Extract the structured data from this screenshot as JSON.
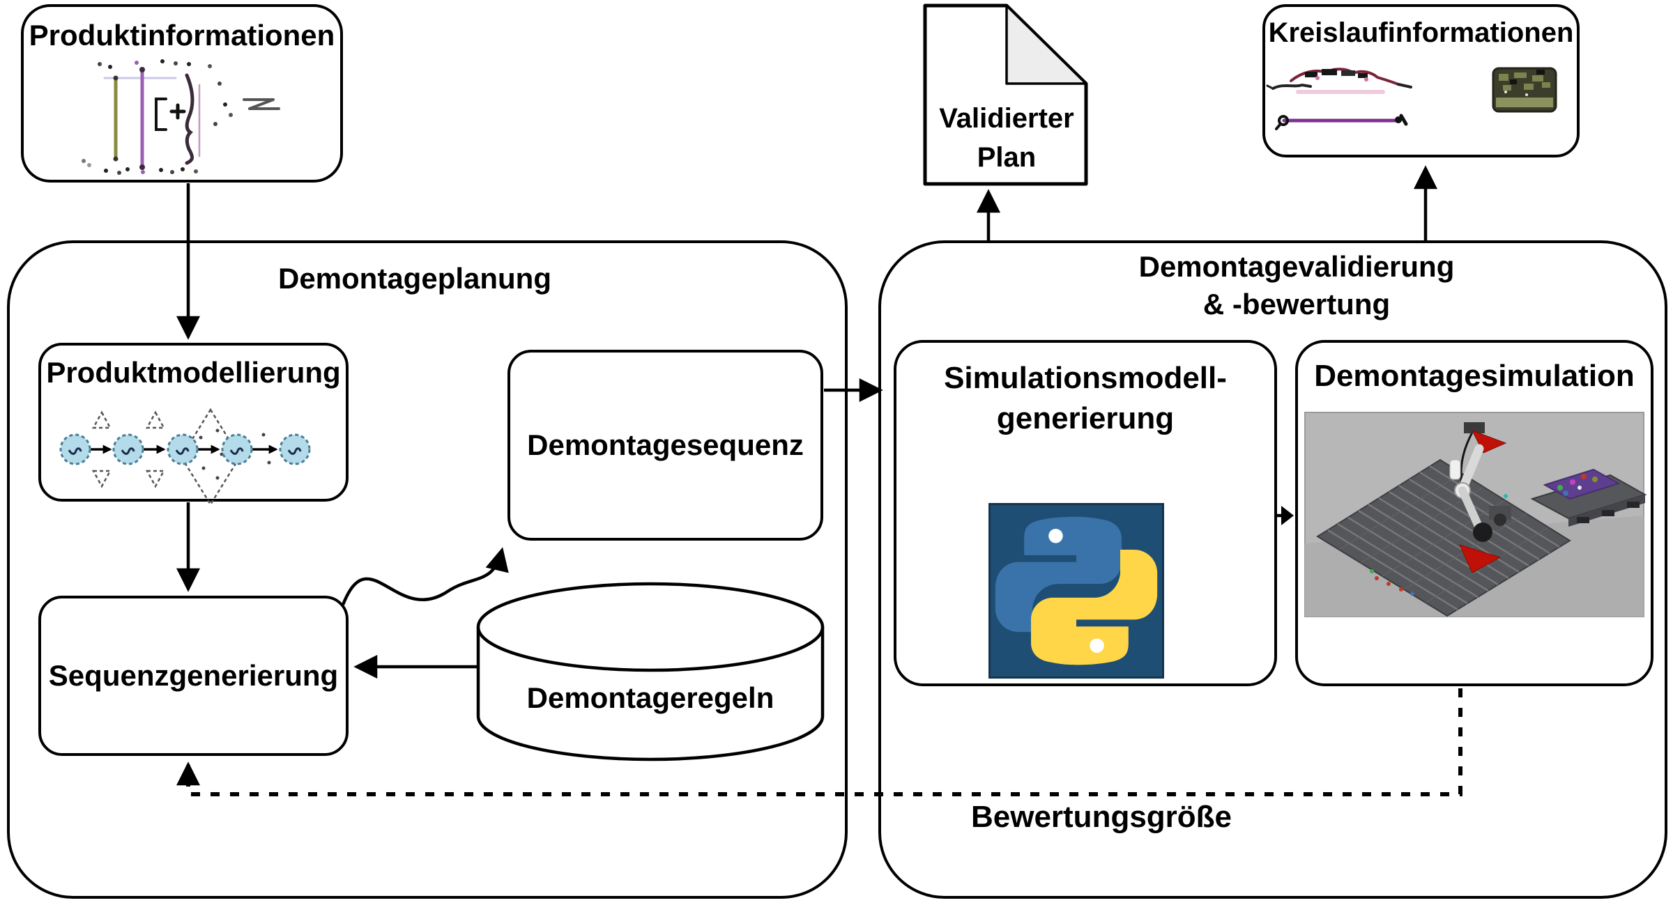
{
  "figure": {
    "background": "#ffffff",
    "stroke_color": "#000000"
  },
  "nodes": {
    "produktinformationen": {
      "label": "Produktinformationen"
    },
    "kreislaufinformationen": {
      "label": "Kreislaufinformationen"
    },
    "validierter_plan": {
      "line1": "Validierter",
      "line2": "Plan"
    },
    "demontageplanung": {
      "label": "Demontageplanung"
    },
    "produktmodellierung": {
      "label": "Produktmodellierung"
    },
    "sequenzgenerierung": {
      "label": "Sequenzgenerierung"
    },
    "demontagesequenz": {
      "label": "Demontagesequenz"
    },
    "demontageregeln": {
      "label": "Demontageregeln"
    },
    "demontagevalidierung": {
      "line1": "Demontagevalidierung",
      "line2": "& -bewertung"
    },
    "simulationsmodellgenerierung": {
      "line1": "Simulationsmodell-",
      "line2": "generierung"
    },
    "demontagesimulation": {
      "label": "Demontagesimulation"
    }
  },
  "edges": {
    "feedback_label": "Bewertungsgröße"
  },
  "icons": {
    "product_sketch": "exploded-view-sketch",
    "component_graph": "node-link-graph",
    "python_logo": "python-logo",
    "simulation_scene": "robot-disassembly-simulation",
    "car_sketch": "vehicle-wireframe-sketch",
    "engine_photo": "engine-module-photo",
    "database": "cylinder-database",
    "document": "folded-corner-document"
  },
  "colors": {
    "python_bg": "#1f4e74",
    "python_blue": "#3a73a9",
    "python_yellow": "#fed647",
    "graph_node_fill": "#b4dbea",
    "graph_node_stroke": "#4a7d96",
    "doc_fold": "#ededed",
    "sim_bg": "#b7b7b7",
    "pallet_gray": "#55565a",
    "robot_red": "#c01108",
    "purple_bar": "#7d3190",
    "olive_line": "#8a8a42",
    "violet_line": "#9b5fb5"
  }
}
